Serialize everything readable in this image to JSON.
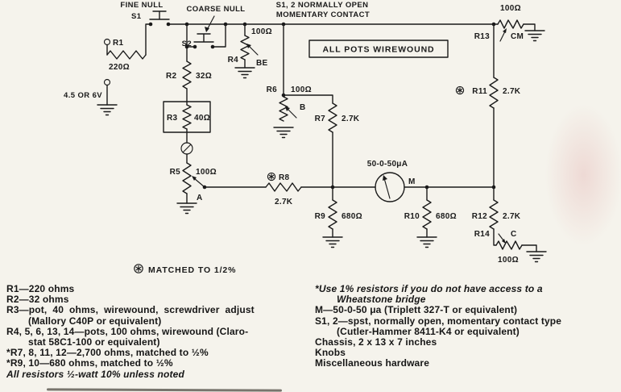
{
  "schematic": {
    "switches": {
      "fine_null": "FINE NULL",
      "s1": "S1",
      "coarse_null": "COARSE NULL",
      "s2": "S2",
      "note1": "S1, 2 NORMALLY OPEN",
      "note2": "MOMENTARY CONTACT"
    },
    "notes": {
      "pots": "ALL POTS WIREWOUND",
      "matched": "MATCHED TO 1/2%",
      "battery": "4.5 OR 6V",
      "meter_scale": "50-0-50μA",
      "meter": "M"
    },
    "components": {
      "r1": {
        "ref": "R1",
        "value": "220Ω"
      },
      "r2": {
        "ref": "R2",
        "value": "32Ω"
      },
      "r3": {
        "ref": "R3",
        "value": "40Ω"
      },
      "r4": {
        "ref": "R4",
        "value": "100Ω",
        "terminal": "BE"
      },
      "r5": {
        "ref": "R5",
        "value": "100Ω",
        "terminal": "A"
      },
      "r6": {
        "ref": "R6",
        "value": "100Ω",
        "terminal": "B"
      },
      "r7": {
        "ref": "R7",
        "value": "2.7K"
      },
      "r8": {
        "ref": "R8",
        "value": "2.7K"
      },
      "r9": {
        "ref": "R9",
        "value": "680Ω"
      },
      "r10": {
        "ref": "R10",
        "value": "680Ω"
      },
      "r11": {
        "ref": "R11",
        "value": "2.7K"
      },
      "r12": {
        "ref": "R12",
        "value": "2.7K"
      },
      "r13": {
        "ref": "R13",
        "value": "100Ω",
        "terminal": "CM"
      },
      "r14": {
        "ref": "R14",
        "value": "100Ω",
        "terminal": "C"
      }
    }
  },
  "parts_list": {
    "left": [
      "R1—220 ohms",
      "R2—32 ohms",
      "R3—pot, 40 ohms, wirewound, screwdriver adjust",
      "(Mallory C40P or equivalent)",
      "R4, 5, 6, 13, 14—pots, 100 ohms, wirewound (Claro-",
      "stat 58C1-100 or equivalent)",
      "*R7, 8, 11, 12—2,700 ohms, matched to ½%",
      "*R9, 10—680 ohms, matched to ½%",
      "All resistors ½-watt 10% unless noted"
    ],
    "right": [
      "*Use 1% resistors if you do not have access to a",
      "Wheatstone bridge",
      "M—50-0-50 μa (Triplett 327-T or equivalent)",
      "S1, 2—spst, normally open, momentary contact type",
      "(Cutler-Hammer 8411-K4 or equivalent)",
      "Chassis, 2 x 13 x 7 inches",
      "Knobs",
      "Miscellaneous hardware"
    ]
  }
}
